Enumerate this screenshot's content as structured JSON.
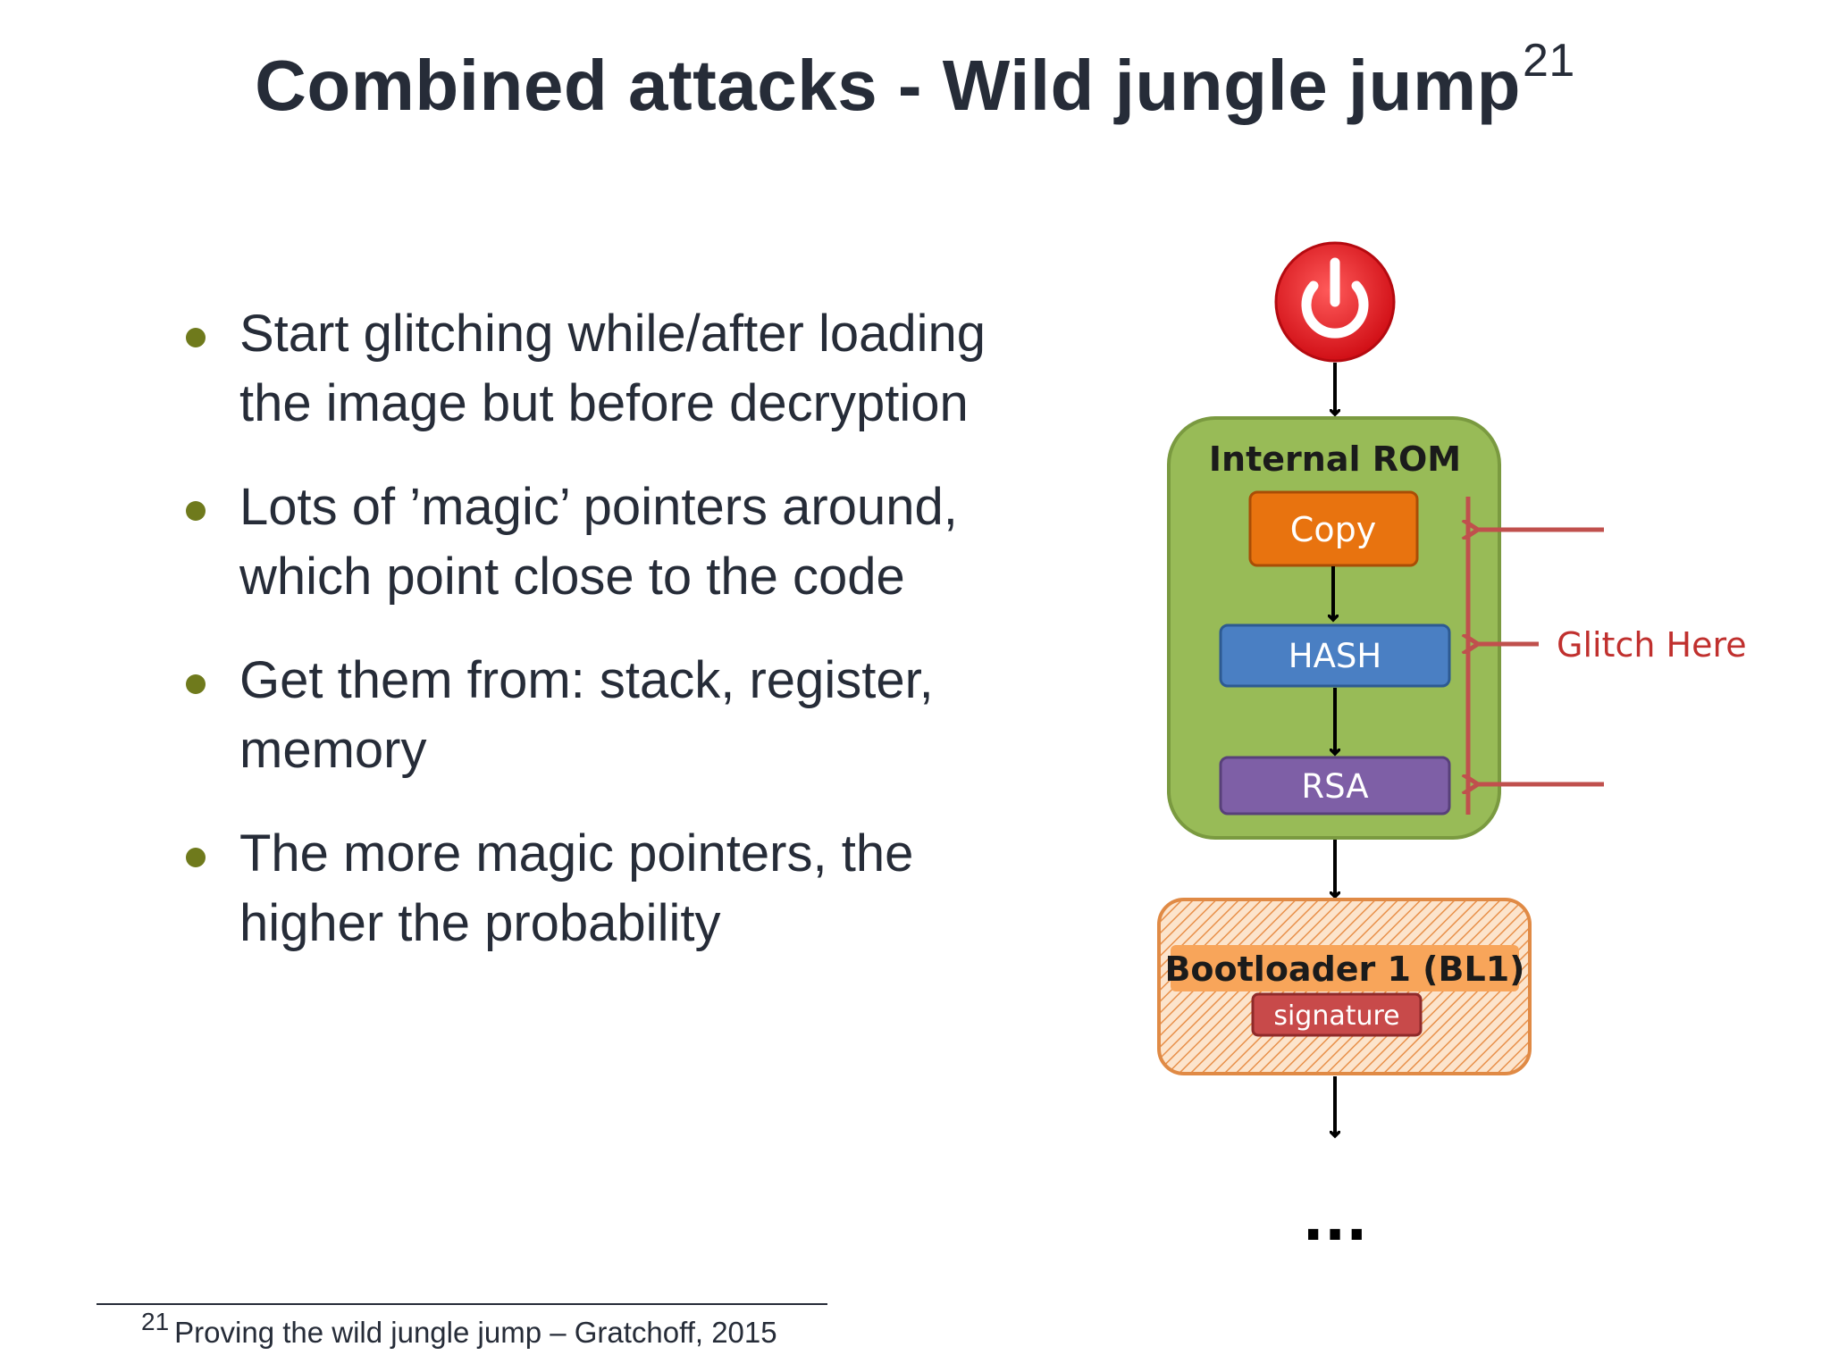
{
  "slide": {
    "title": "Combined attacks - Wild jungle jump",
    "title_ref": "21",
    "bullets": [
      {
        "line1": "Start glitching while/after loading",
        "line2": "the image but before decryption"
      },
      {
        "line1": "Lots of ’magic’ pointers around,",
        "line2": "which point close to the code"
      },
      {
        "line1": "Get them from: stack, register,",
        "line2": "memory"
      },
      {
        "line1": "The more magic pointers, the",
        "line2": "higher the probability"
      }
    ],
    "footnote": {
      "number": "21",
      "text": "Proving the wild jungle jump – Gratchoff, 2015"
    }
  },
  "diagram": {
    "internal_rom_label": "Internal ROM",
    "copy_label": "Copy",
    "hash_label": "HASH",
    "rsa_label": "RSA",
    "glitch_label": "Glitch Here",
    "bootloader_label": "Bootloader 1 (BL1)",
    "signature_label": "signature",
    "continuation": "...",
    "colors": {
      "power_button": "#e0161d",
      "rom_box": "#98bb57",
      "copy_box": "#e8730f",
      "hash_box": "#4a7fc3",
      "rsa_box": "#7e5fa6",
      "glitch_arrow": "#c0504d",
      "bootloader_box": "#f7c89a",
      "signature_box": "#c84a4a"
    }
  }
}
